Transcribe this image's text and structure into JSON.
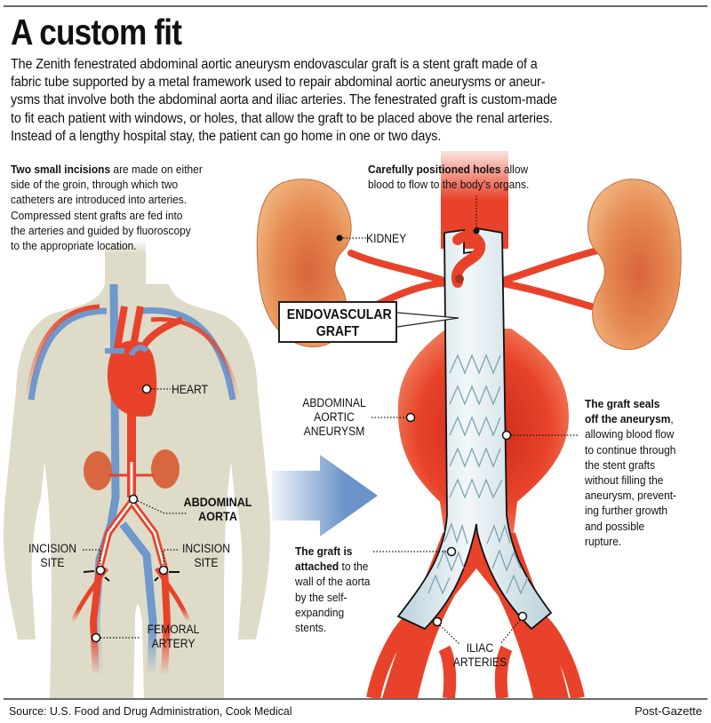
{
  "header": {
    "title": "A custom fit",
    "intro_lines": [
      "The Zenith fenestrated abdominal aortic aneurysm endovascular graft is a stent graft made of a",
      "fabric tube supported by a metal framework used to repair abdominal aortic aneurysms or aneur-",
      "ysms that involve both the abdominal aorta and iliac arteries. The fenestrated graft is custom-made",
      "to fit each patient with windows, or holes, that allow the graft to be placed above the renal arteries.",
      "Instead of a lengthy hospital stay, the patient can go home in one or two days."
    ]
  },
  "notes": {
    "incisions": {
      "bold": "Two small incisions",
      "lines": [
        " are made on either",
        "side of the groin, through which two",
        "catheters are introduced into arteries.",
        "Compressed stent grafts are fed into",
        "the arteries and guided by fluoroscopy",
        "to the appropriate location."
      ]
    },
    "holes": {
      "bold": "Carefully positioned holes",
      "lines": [
        " allow",
        "blood to flow to the body’s organs."
      ]
    },
    "seals": {
      "bold_lines": [
        "The graft seals",
        "off the aneurysm"
      ],
      "lines": [
        ",",
        "allowing blood flow",
        "to continue through",
        "the stent grafts",
        "without filling the",
        "aneurysm, prevent-",
        "ing further growth",
        "and possible",
        "rupture."
      ]
    },
    "attached": {
      "bold_lines": [
        "The graft is",
        "attached"
      ],
      "lines": [
        " to the",
        "wall of the aorta",
        "by the self-",
        "expanding",
        "stents."
      ]
    }
  },
  "labels": {
    "kidney": "KIDNEY",
    "heart": "HEART",
    "abdominal_aorta": [
      "ABDOMINAL",
      "AORTA"
    ],
    "incision_site_left": [
      "INCISION",
      "SITE"
    ],
    "incision_site_right": [
      "INCISION",
      "SITE"
    ],
    "femoral_artery": [
      "FEMORAL",
      "ARTERY"
    ],
    "aneurysm": [
      "ABDOMINAL",
      "AORTIC",
      "ANEURYSM"
    ],
    "iliac_arteries": [
      "ILIAC",
      "ARTERIES"
    ],
    "endovascular_graft": [
      "ENDOVASCULAR",
      "GRAFT"
    ]
  },
  "footer": {
    "source": "Source: U.S. Food and Drug Administration, Cook Medical",
    "credit": "Post-Gazette"
  },
  "colors": {
    "artery_red": "#e8432a",
    "vein_blue": "#6f98cc",
    "body_beige": "#dedbc8",
    "kidney_orange": "#e9955a",
    "graft_blue": "#d6e6ec",
    "stent_wire": "#7ea3ae",
    "arrow_blue": "#6a93c8"
  }
}
